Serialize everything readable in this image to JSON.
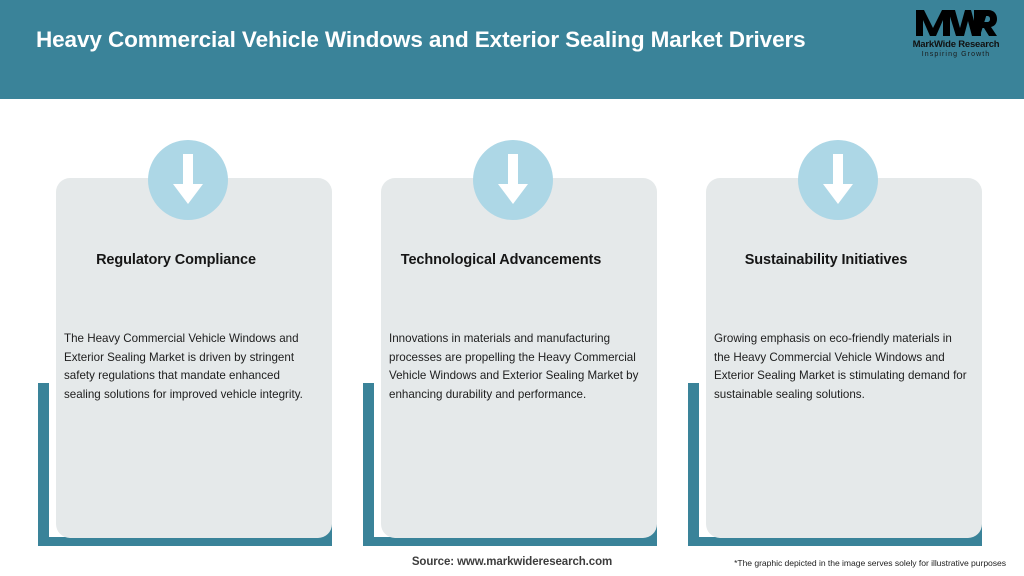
{
  "header": {
    "title": "Heavy Commercial Vehicle Windows and Exterior Sealing Market Drivers",
    "background_color": "#3A8399",
    "title_color": "#FFFFFF"
  },
  "logo": {
    "mark": "MWR",
    "name": "MarkWide Research",
    "tagline": "Inspiring Growth"
  },
  "cards": [
    {
      "icon": "arrow-down-icon",
      "title": "Regulatory Compliance",
      "body": "The Heavy Commercial Vehicle Windows and Exterior Sealing Market is driven by stringent safety regulations that mandate enhanced sealing solutions for improved vehicle integrity."
    },
    {
      "icon": "arrow-down-icon",
      "title": "Technological Advancements",
      "body": "Innovations in materials and manufacturing processes are propelling the Heavy Commercial Vehicle Windows and Exterior Sealing Market by enhancing durability and performance."
    },
    {
      "icon": "arrow-down-icon",
      "title": "Sustainability Initiatives",
      "body": "Growing emphasis on eco-friendly materials in the Heavy Commercial Vehicle Windows and Exterior Sealing Market is stimulating demand for sustainable sealing solutions."
    }
  ],
  "footer": {
    "source": "Source: www.markwideresearch.com",
    "disclaimer": "*The graphic depicted in the image serves solely for illustrative purposes"
  },
  "colors": {
    "accent_teal": "#3A8399",
    "card_background": "#E5E9EA",
    "badge_blue": "#ADD7E6",
    "page_background": "#FFFFFF"
  }
}
